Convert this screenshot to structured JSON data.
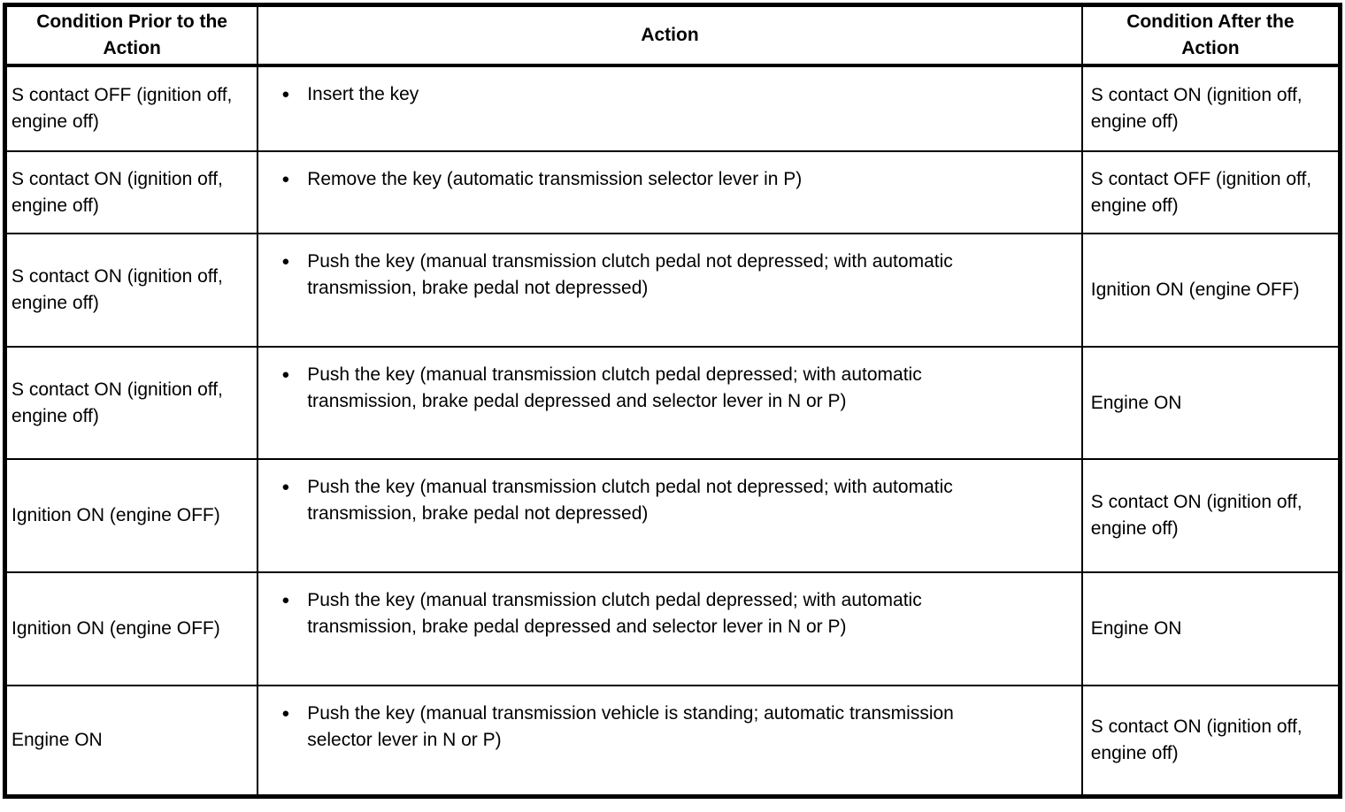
{
  "table": {
    "headers": {
      "prior": "Condition Prior to the Action",
      "action": "Action",
      "after": "Condition After the Action"
    },
    "bullet_icon": "●",
    "colors": {
      "border": "#000000",
      "text": "#000000",
      "background": "#ffffff"
    },
    "rows": [
      {
        "prior": "S contact OFF (ignition off, engine off)",
        "action": "Insert the key",
        "after": "S contact ON (ignition off, engine off)"
      },
      {
        "prior": "S contact ON (ignition off, engine off)",
        "action": "Remove the key (automatic transmission selector lever in P)",
        "after": "S contact OFF (ignition off, engine off)"
      },
      {
        "prior": "S contact ON (ignition off, engine off)",
        "action": "Push the key (manual transmission clutch pedal not depressed; with automatic transmission, brake pedal not depressed)",
        "after": "Ignition ON (engine OFF)"
      },
      {
        "prior": "S contact ON (ignition off, engine off)",
        "action": "Push the key (manual transmission clutch pedal depressed; with automatic transmission, brake pedal depressed and selector lever in N or P)",
        "after": "Engine ON"
      },
      {
        "prior": "Ignition ON (engine OFF)",
        "action": "Push the key (manual transmission clutch pedal not depressed; with automatic transmission, brake pedal not depressed)",
        "after": "S contact ON (ignition off, engine off)"
      },
      {
        "prior": "Ignition ON (engine OFF)",
        "action": "Push the key (manual transmission clutch pedal depressed; with automatic transmission, brake pedal depressed and selector lever in N or P)",
        "after": "Engine ON"
      },
      {
        "prior": "Engine ON",
        "action": "Push the key (manual transmission vehicle is standing; automatic transmission selector lever in N or P)",
        "after": "S contact ON (ignition off, engine off)"
      }
    ]
  }
}
